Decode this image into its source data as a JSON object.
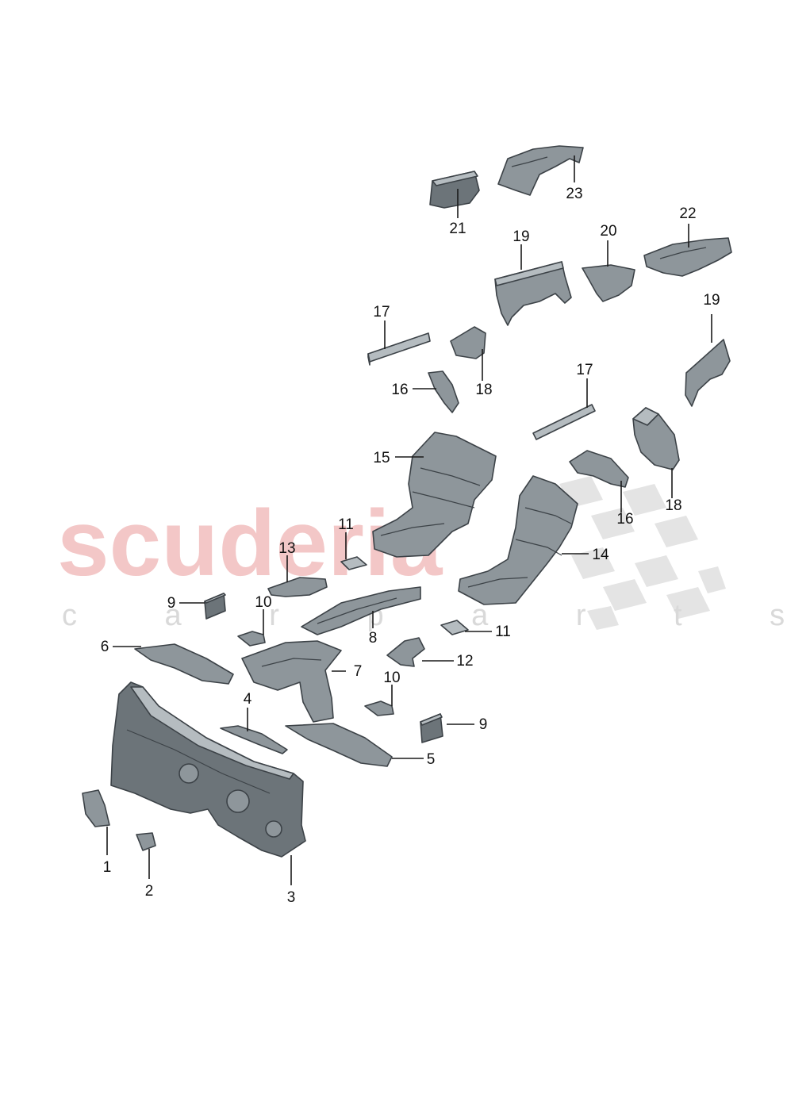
{
  "watermark": {
    "brand": "scuderia",
    "tagline": "c a r   p a r t s",
    "brand_color": "#f3c7c7",
    "tagline_color": "#d9d9d9"
  },
  "callouts": {
    "c1": "1",
    "c2": "2",
    "c3": "3",
    "c4": "4",
    "c5": "5",
    "c6": "6",
    "c7": "7",
    "c8": "8",
    "c9a": "9",
    "c9b": "9",
    "c10a": "10",
    "c10b": "10",
    "c11a": "11",
    "c11b": "11",
    "c12": "12",
    "c13": "13",
    "c14": "14",
    "c15": "15",
    "c16a": "16",
    "c16b": "16",
    "c17a": "17",
    "c17b": "17",
    "c18a": "18",
    "c18b": "18",
    "c19a": "19",
    "c19b": "19",
    "c20": "20",
    "c21": "21",
    "c22": "22",
    "c23": "23"
  }
}
